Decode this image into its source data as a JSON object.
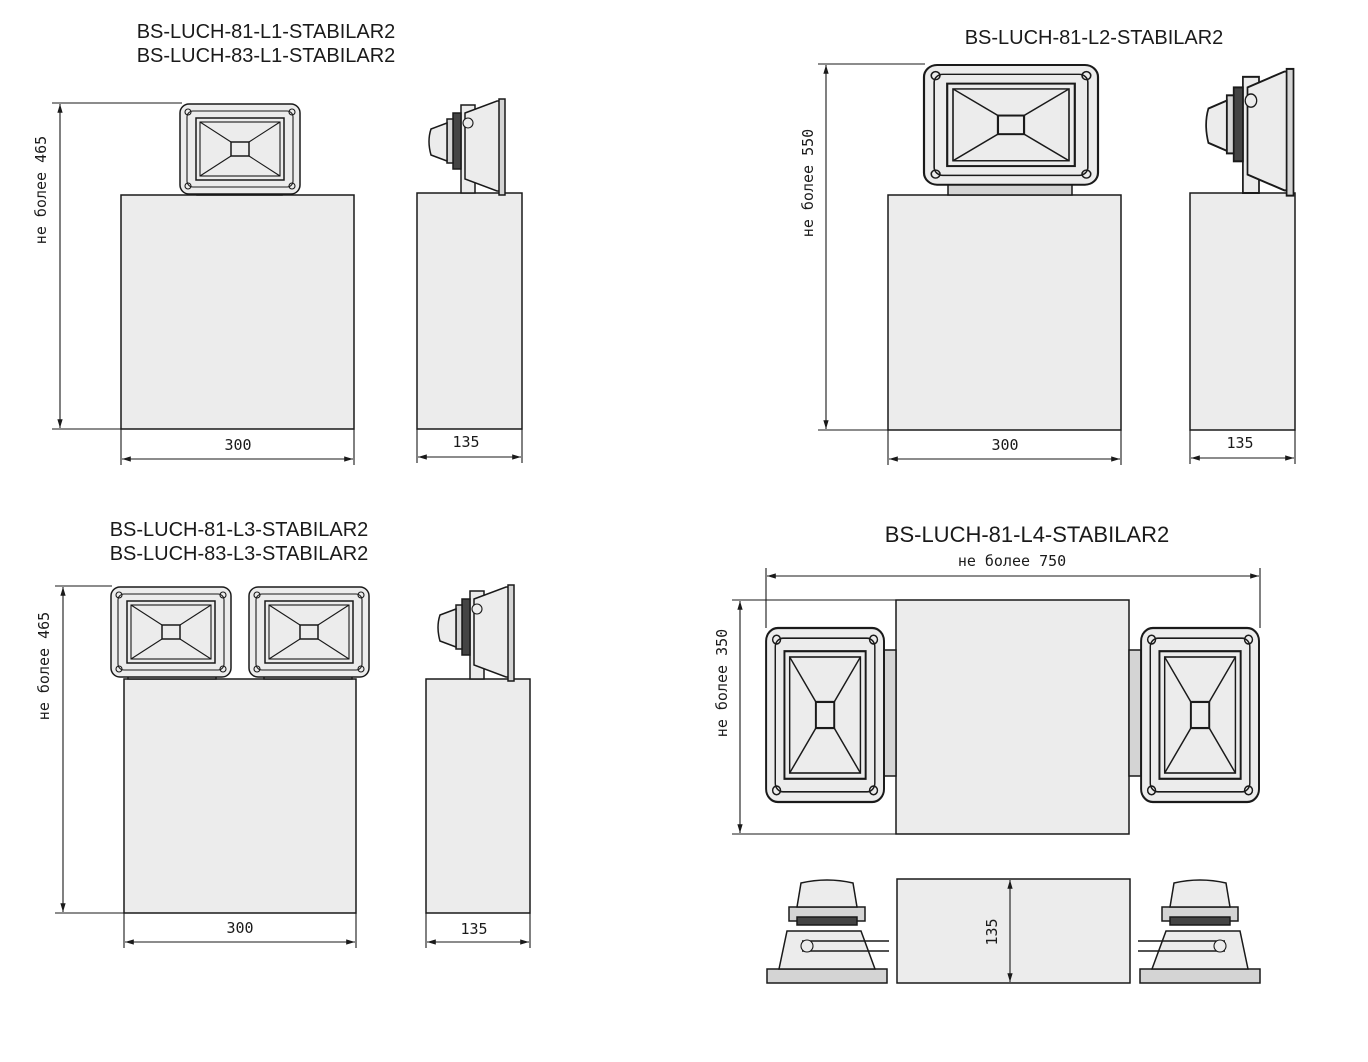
{
  "panels": {
    "l1": {
      "title_1": "BS-LUCH-81-L1-STABILAR2",
      "title_2": "BS-LUCH-83-L1-STABILAR2",
      "height_label": "не более 465",
      "width_label": "300",
      "depth_label": "135"
    },
    "l2": {
      "title_1": "BS-LUCH-81-L2-STABILAR2",
      "height_label": "не более 550",
      "width_label": "300",
      "depth_label": "135"
    },
    "l3": {
      "title_1": "BS-LUCH-81-L3-STABILAR2",
      "title_2": "BS-LUCH-83-L3-STABILAR2",
      "height_label": "не более 465",
      "width_label": "300",
      "depth_label": "135"
    },
    "l4": {
      "title_1": "BS-LUCH-81-L4-STABILAR2",
      "width_label": "не более 750",
      "height_label": "не более 350",
      "depth_label": "135"
    }
  },
  "colors": {
    "line": "#1a1a1a",
    "background": "#ffffff"
  }
}
